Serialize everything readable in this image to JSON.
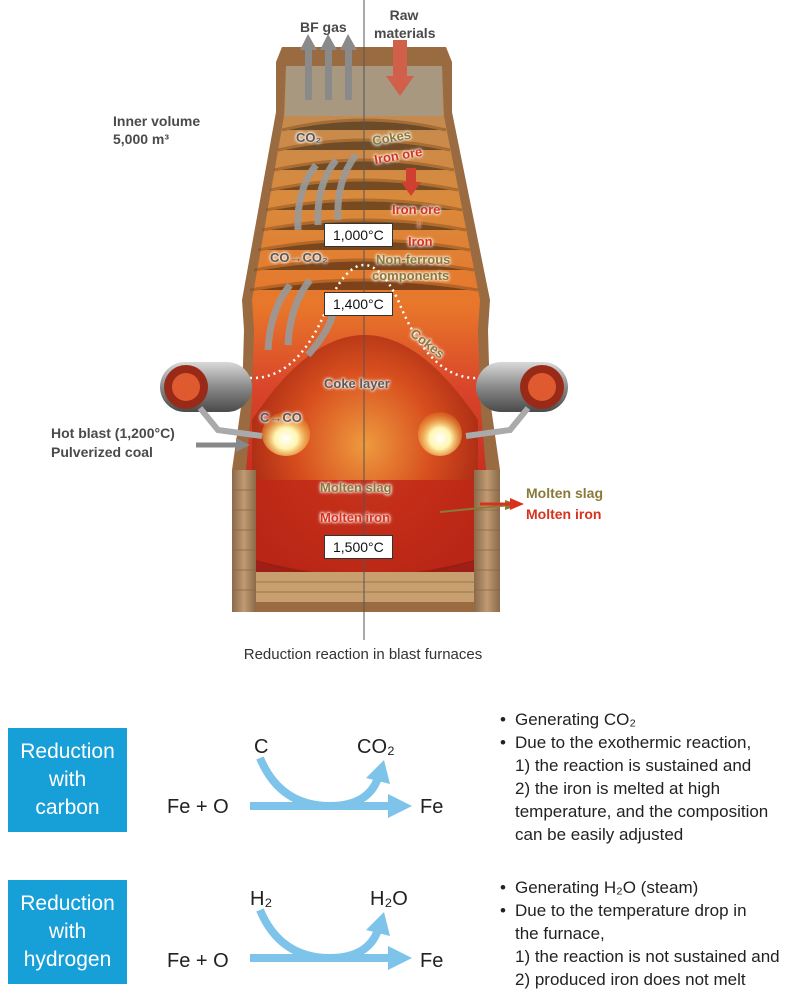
{
  "furnace": {
    "top_labels": {
      "gas": "BF gas",
      "raw_line1": "Raw",
      "raw_line2": "materials"
    },
    "inner_volume": {
      "line1": "Inner volume",
      "line2": "5,000 m³"
    },
    "inside_labels": {
      "co2": "CO₂",
      "cokes_top": "Cokes",
      "iron_ore_top": "Iron ore",
      "iron_ore_mid": "Iron ore",
      "arrow_down": "↓",
      "iron": "Iron",
      "nonferrous_1": "Non-ferrous",
      "nonferrous_2": "components",
      "co_to_co2": "CO→CO₂",
      "cokes_side": "Cokes",
      "coke_layer": "Coke layer",
      "c_to_co": "C→CO",
      "molten_slag": "Molten slag",
      "molten_iron": "Molten iron"
    },
    "temperatures": {
      "t1000": "1,000°C",
      "t1400": "1,400°C",
      "t1500": "1,500°C"
    },
    "left_labels": {
      "hot_blast": "Hot blast (1,200°C)",
      "coal": "Pulverized coal"
    },
    "right_labels": {
      "slag": "Molten slag",
      "iron": "Molten iron"
    },
    "caption": "Reduction reaction in blast furnaces"
  },
  "reactions": [
    {
      "badge_lines": [
        "Reduction",
        "with",
        "carbon"
      ],
      "reactant": "C",
      "product": "CO₂",
      "input": "Fe + O",
      "output": "Fe",
      "bullets": [
        {
          "lines": [
            "Generating CO₂"
          ]
        },
        {
          "lines": [
            "Due to the exothermic reaction,",
            "1) the reaction is sustained and",
            "2) the iron is melted at high",
            "temperature, and the composition",
            "can be easily adjusted"
          ]
        }
      ]
    },
    {
      "badge_lines": [
        "Reduction",
        "with",
        "hydrogen"
      ],
      "reactant": "H₂",
      "product": "H₂O",
      "input": "Fe + O",
      "output": "Fe",
      "bullets": [
        {
          "lines": [
            "Generating H₂O (steam)"
          ]
        },
        {
          "lines": [
            "Due to the temperature drop in",
            "the furnace,",
            "1) the reaction is not sustained and",
            "2) produced iron does not melt"
          ]
        }
      ]
    }
  ],
  "colors": {
    "badge_blue": "#179fd8",
    "arrow_blue": "#7dc3ea",
    "slag_olive": "#8a7a3a",
    "iron_red": "#d8321e"
  }
}
